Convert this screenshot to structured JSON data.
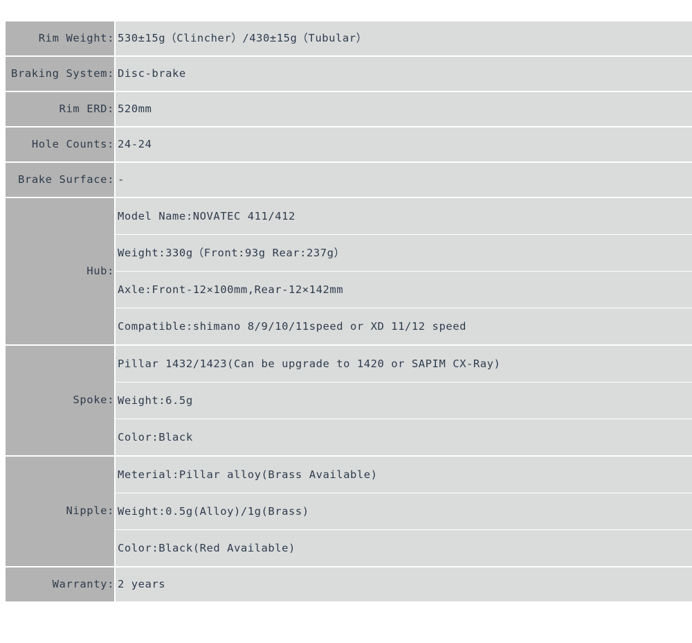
{
  "table": {
    "colors": {
      "label_bg": "#b3b3b3",
      "value_bg": "#dadcdc",
      "text": "#2e3b4b",
      "separator": "#ffffff",
      "page_bg": "#ffffff"
    },
    "rows": [
      {
        "label": "Rim Weight:",
        "type": "single",
        "value": "530±15g（Clincher）/430±15g（Tubular）"
      },
      {
        "label": "Braking System:",
        "type": "single",
        "value": "Disc-brake"
      },
      {
        "label": "Rim ERD:",
        "type": "single",
        "value": "520mm"
      },
      {
        "label": "Hole Counts:",
        "type": "single",
        "value": "24-24"
      },
      {
        "label": "Brake Surface:",
        "type": "single",
        "value": "-"
      },
      {
        "label": "Hub:",
        "type": "group",
        "lines": [
          "Model Name:NOVATEC 411/412",
          "Weight:330g（Front:93g Rear:237g）",
          "Axle:Front-12×100mm,Rear-12×142mm",
          "Compatible:shimano 8/9/10/11speed or XD 11/12 speed"
        ]
      },
      {
        "label": "Spoke:",
        "type": "group",
        "lines": [
          "Pillar 1432/1423(Can be upgrade to 1420 or SAPIM CX-Ray)",
          "Weight:6.5g",
          "Color:Black"
        ]
      },
      {
        "label": "Nipple:",
        "type": "group",
        "lines": [
          "Meterial:Pillar alloy(Brass Available)",
          "Weight:0.5g(Alloy)/1g(Brass)",
          "Color:Black(Red Available)"
        ]
      },
      {
        "label": "Warranty:",
        "type": "single",
        "value": "2 years"
      }
    ]
  }
}
